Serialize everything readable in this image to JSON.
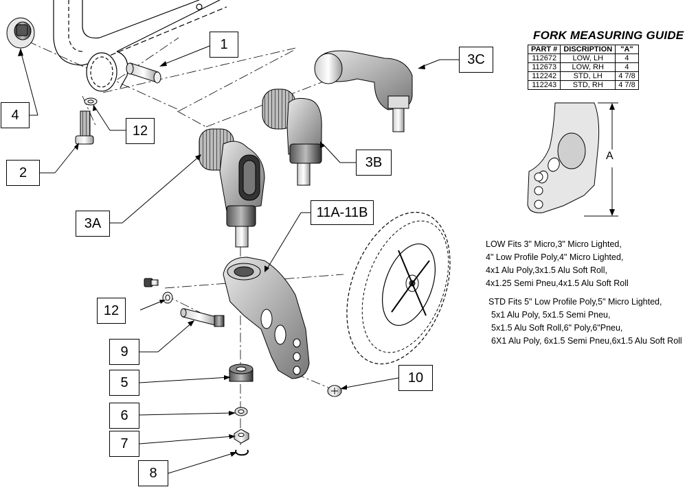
{
  "callouts": {
    "c1": "1",
    "c2": "2",
    "c3a": "3A",
    "c3b": "3B",
    "c3c": "3C",
    "c4": "4",
    "c5": "5",
    "c6": "6",
    "c7": "7",
    "c8": "8",
    "c9": "9",
    "c10": "10",
    "c11": "11A-11B",
    "c12_top": "12",
    "c12_mid": "12"
  },
  "guide": {
    "title": "FORK MEASURING GUIDE",
    "headers": [
      "PART #",
      "DISCRIPTION",
      "\"A\""
    ],
    "rows": [
      [
        "112672",
        "LOW, LH",
        "4"
      ],
      [
        "112673",
        "LOW, RH",
        "4"
      ],
      [
        "112242",
        "STD, LH",
        "4 7/8"
      ],
      [
        "112243",
        "STD, RH",
        "4 7/8"
      ]
    ],
    "dimension_label": "A"
  },
  "notes": {
    "low": [
      "LOW Fits 3\" Micro,3\" Micro Lighted,",
      "4\" Low Profile Poly,4\" Micro Lighted,",
      "4x1 Alu Poly,3x1.5 Alu Soft Roll,",
      "4x1.25 Semi Pneu,4x1.5 Alu Soft Roll"
    ],
    "std": [
      "STD Fits 5\" Low Profile Poly,5\" Micro Lighted,",
      "5x1 Alu Poly, 5x1.5 Semi Pneu,",
      "5x1.5 Alu Soft Roll,6\" Poly,6\"Pneu,",
      "6X1 Alu Poly, 6x1.5 Semi Pneu,6x1.5 Alu Soft Roll"
    ]
  }
}
